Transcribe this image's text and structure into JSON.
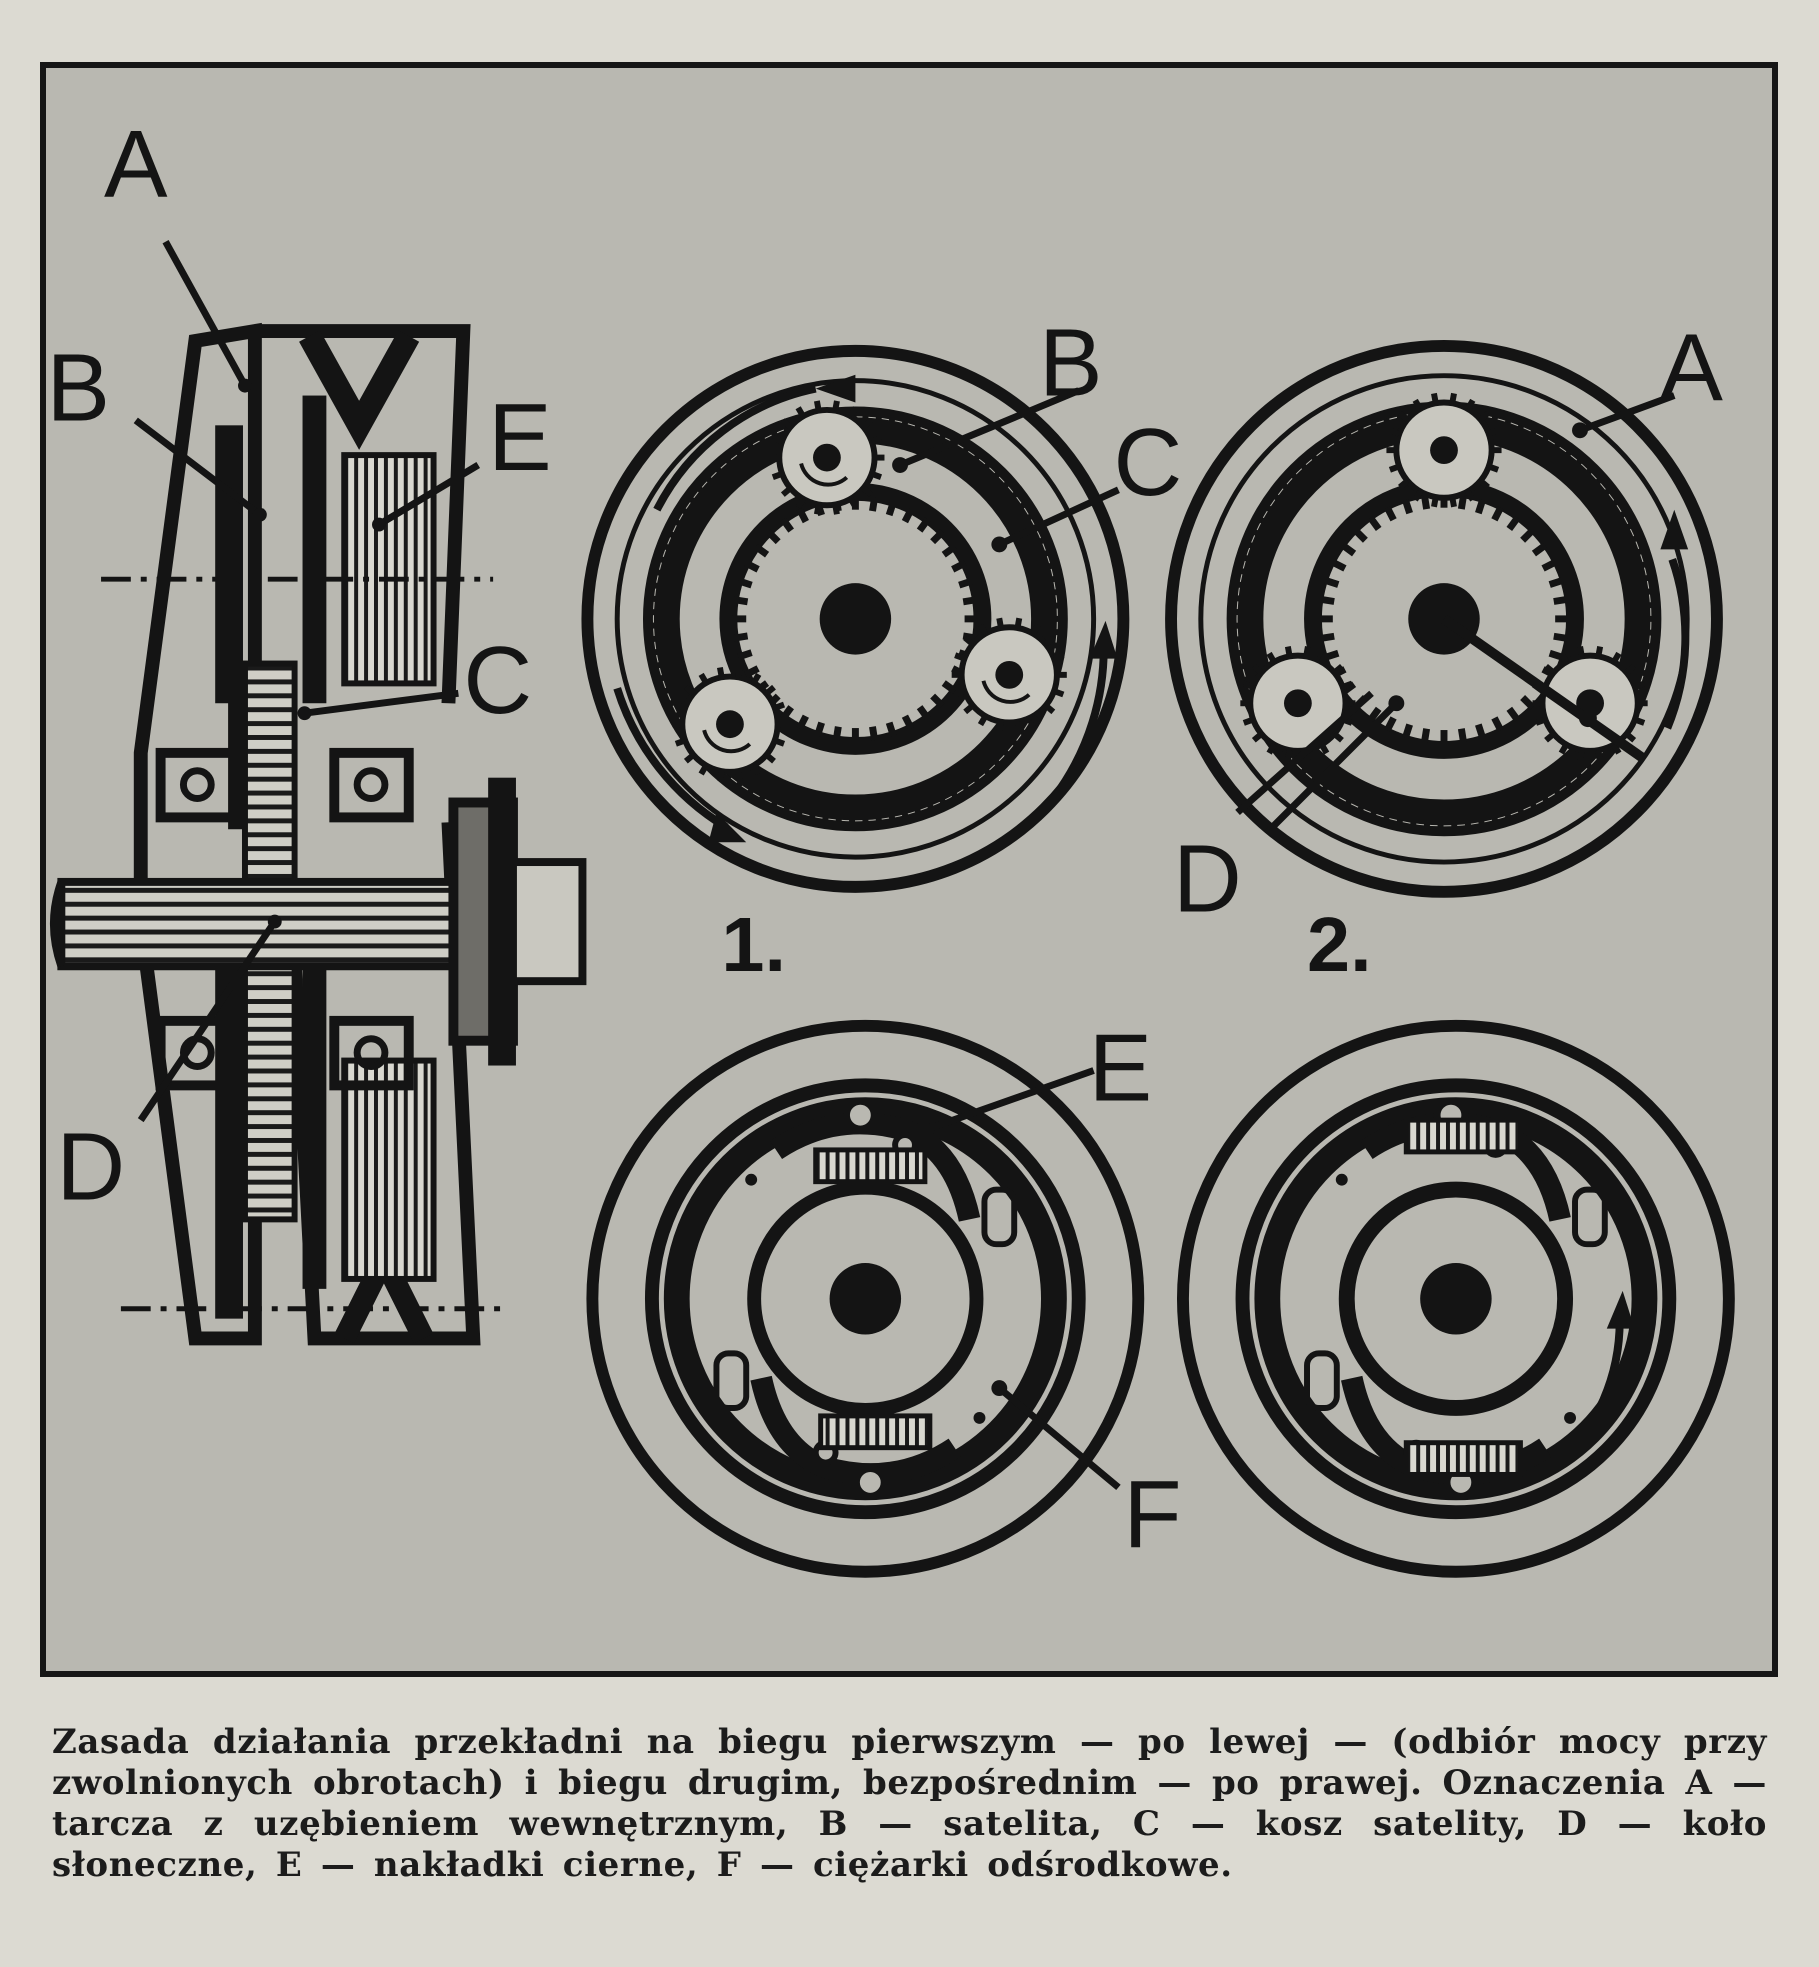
{
  "figure": {
    "left_view": {
      "labels": {
        "A": "A",
        "B": "B",
        "E": "E",
        "C": "C",
        "D": "D"
      }
    },
    "gear_1": {
      "number": "1.",
      "labels": {
        "B": "B",
        "C": "C"
      }
    },
    "gear_2": {
      "number": "2.",
      "labels": {
        "A": "A",
        "D": "D"
      }
    },
    "clutch_1": {
      "labels": {
        "E": "E",
        "F": "F"
      }
    },
    "colors": {
      "ink": "#141414",
      "panel": "#b9b8b1",
      "paper": "#dcdad2"
    }
  },
  "caption": "Zasada działania przekładni na biegu pierwszym — po lewej — (odbiór mocy przy zwolnionych obrotach) i biegu drugim, bezpośrednim — po prawej. Oznaczenia A — tarcza z uzębieniem wewnętrznym, B — satelita, C — kosz satelity, D — koło słoneczne, E — nakładki cierne, F — ciężarki odśrodkowe."
}
